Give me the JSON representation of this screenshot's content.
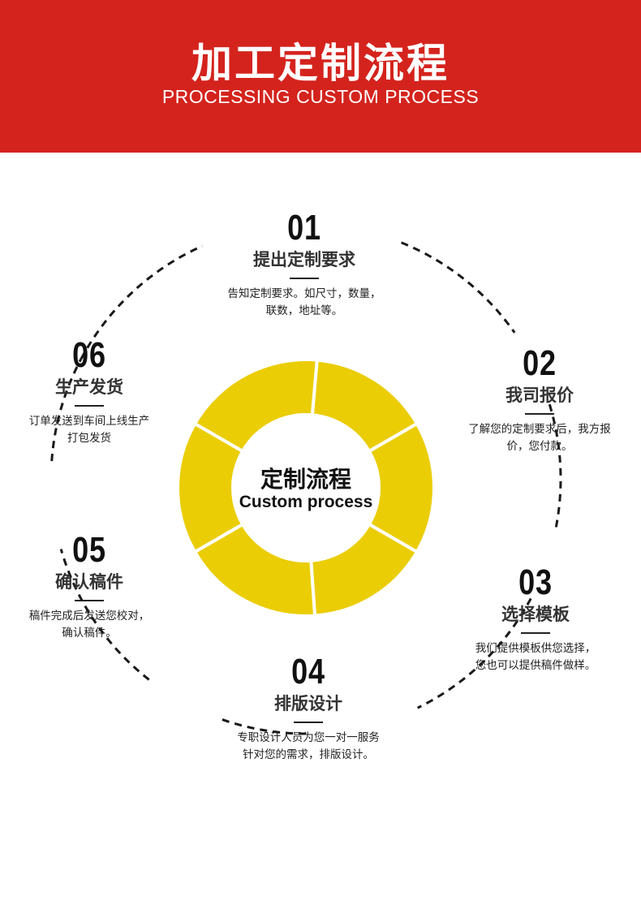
{
  "header": {
    "title": "加工定制流程",
    "subtitle": "PROCESSING CUSTOM PROCESS"
  },
  "center": {
    "title": "定制流程",
    "subtitle": "Custom process"
  },
  "colors": {
    "banner": "#d4231d",
    "ring": "#ebcd06",
    "dash": "#1a1a1a"
  },
  "steps": [
    {
      "num": "01",
      "title": "提出定制要求",
      "desc": "告知定制要求。如尺寸，数量，\n联数，地址等。"
    },
    {
      "num": "02",
      "title": "我司报价",
      "desc": "了解您的定制要求后，我方报\n价，您付款。"
    },
    {
      "num": "03",
      "title": "选择模板",
      "desc": "我们提供模板供您选择，\n您也可以提供稿件做样。"
    },
    {
      "num": "04",
      "title": "排版设计",
      "desc": "专职设计人员为您一对一服务\n针对您的需求，排版设计。"
    },
    {
      "num": "05",
      "title": "确认稿件",
      "desc": "稿件完成后发送您校对，\n确认稿件。"
    },
    {
      "num": "06",
      "title": "生产发货",
      "desc": "订单发送到车间上线生产\n打包发货"
    }
  ]
}
